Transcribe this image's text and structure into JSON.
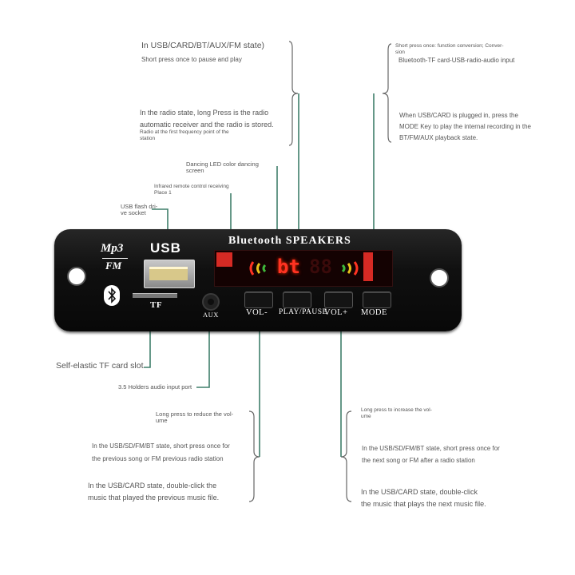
{
  "board": {
    "logo_top": "Mp3",
    "logo_bottom": "FM",
    "usb_label": "USB",
    "tf_label": "TF",
    "aux_label": "AUX",
    "title": "Bluetooth SPEAKERS",
    "display_text": "bt",
    "buttons": [
      {
        "key": "vol_minus",
        "label": "VOL-"
      },
      {
        "key": "play_pause",
        "label": "PLAY/PAUSE"
      },
      {
        "key": "vol_plus",
        "label": "VOL+"
      },
      {
        "key": "mode",
        "label": "MODE"
      }
    ]
  },
  "annotations": {
    "play_state": "In USB/CARD/BT/AUX/FM state)",
    "play_pause": "Short press once to pause and play",
    "radio_long_press_1": "In the radio state, long Press is the radio",
    "radio_long_press_2": "automatic receiver and the radio is stored.",
    "radio_first_point_1": "Radio at the first frequency point of the",
    "radio_first_point_2": "station",
    "mode_short_1": "Short press once: function conversion; Conver-",
    "mode_short_2": "sion",
    "mode_chain": "Bluetooth-TF card-USB-radio-audio input",
    "mode_usb_1": "When USB/CARD is plugged in, press the",
    "mode_usb_2": "MODE Key to play the internal recording in the",
    "mode_usb_3": "BT/FM/AUX playback state.",
    "led_1": "Dancing LED color dancing",
    "led_2": "screen",
    "ir_1": "Infrared remote control receiving",
    "ir_2": "Place 1",
    "usb_socket_1": "USB flash dri-",
    "usb_socket_2": "ve socket",
    "tf_slot": "Self-elastic TF card slot",
    "aux_port": "3.5 Holders audio input port",
    "vol_minus_long_1": "Long press to reduce the vol-",
    "vol_minus_long_2": "ume",
    "vol_minus_short_1": "In the USB/SD/FM/BT state, short press once for",
    "vol_minus_short_2": "the previous song or FM previous radio station",
    "vol_minus_double_1": "In the USB/CARD state, double-click the",
    "vol_minus_double_2": "music that played the previous music file.",
    "vol_plus_long_1": "Long press to increase the vol-",
    "vol_plus_long_2": "ume",
    "vol_plus_short_1": "In the USB/SD/FM/BT state, short press once for",
    "vol_plus_short_2": "the next song or FM after a radio station",
    "vol_plus_double_1": "In the USB/CARD state, double-click",
    "vol_plus_double_2": "the music that plays the next music file."
  },
  "colors": {
    "leader_line": "#3f7e6a",
    "brace": "#666666",
    "led_red": "#ff3322",
    "led_yellow": "#e8c21a",
    "led_green": "#3fb83a"
  }
}
